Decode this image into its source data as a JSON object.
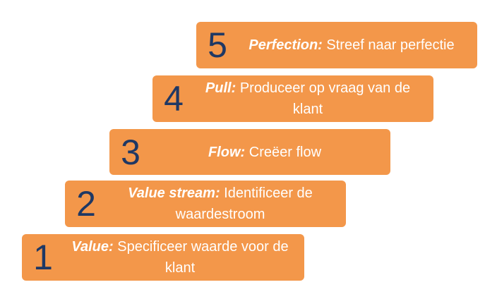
{
  "steps": [
    {
      "number": "1",
      "label": "Value:",
      "text": "Specificeer waarde voor de klant"
    },
    {
      "number": "2",
      "label": "Value stream:",
      "text": "Identificeer de waardestroom"
    },
    {
      "number": "3",
      "label": "Flow:",
      "text": "Creëer flow"
    },
    {
      "number": "4",
      "label": "Pull:",
      "text": "Produceer op vraag van de klant"
    },
    {
      "number": "5",
      "label": "Perfection:",
      "text": "Streef naar perfectie"
    }
  ],
  "colors": {
    "step_fill": "#f3974a",
    "number_color": "#1f3864",
    "text_color": "#ffffff"
  }
}
